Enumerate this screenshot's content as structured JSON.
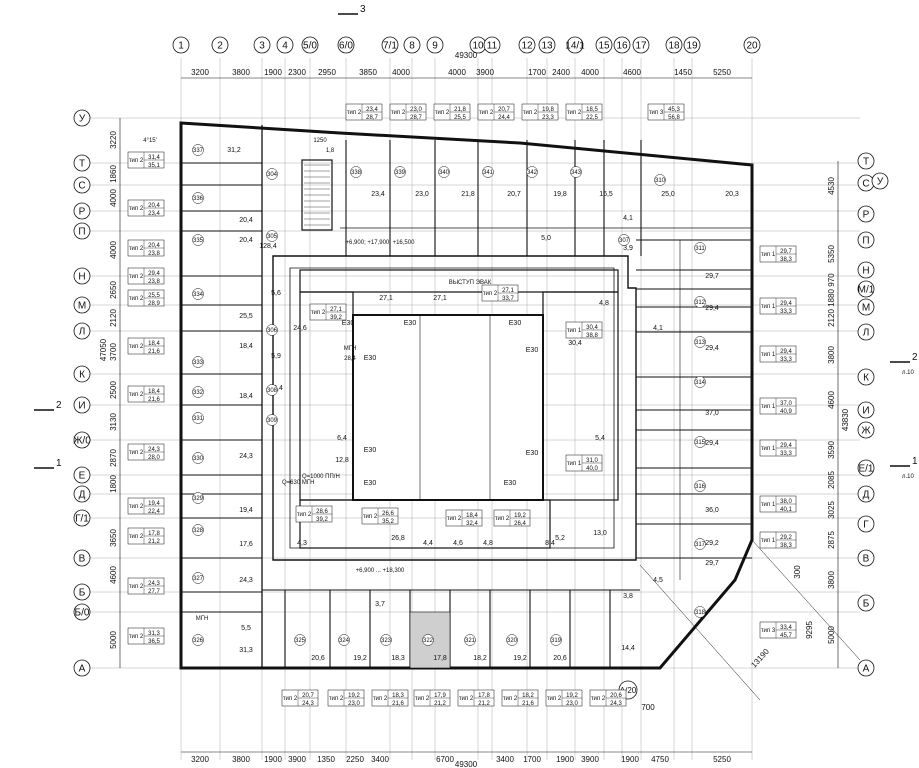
{
  "axes_top": [
    "1",
    "2",
    "3",
    "4",
    "5/0",
    "6/0",
    "7/1",
    "8",
    "9",
    "10",
    "11",
    "12",
    "13",
    "14/1",
    "15",
    "16",
    "17",
    "18",
    "19",
    "20"
  ],
  "axes_left": [
    "У",
    "Т",
    "С",
    "Р",
    "П",
    "Н",
    "М",
    "Л",
    "К",
    "И",
    "Ж/0",
    "Е",
    "Д",
    "Г/1",
    "В",
    "Б",
    "Б/0",
    "А"
  ],
  "axes_right": [
    "Т",
    "С",
    "У",
    "Р",
    "П",
    "Н",
    "М/1",
    "М",
    "Л",
    "К",
    "И",
    "Ж",
    "Е/1",
    "Д",
    "Г",
    "В",
    "Б",
    "А"
  ],
  "axis_bottom_label": "А/20",
  "dims_top": [
    "3200",
    "3800",
    "1900",
    "2300",
    "2950",
    "3850",
    "4000",
    "4000",
    "3900",
    "1700",
    "2400",
    "4000",
    "4600",
    "1450",
    "5250"
  ],
  "dims_bottom": [
    "3200",
    "3800",
    "1900",
    "3900",
    "1350",
    "2250",
    "3400",
    "6700",
    "3400",
    "1700",
    "1900",
    "3900",
    "1900",
    "4750",
    "5250"
  ],
  "total_top": "49300",
  "total_bottom": "49300",
  "dims_left": [
    "3220",
    "1860",
    "4000",
    "4000",
    "2650",
    "2120",
    "47050",
    "3700",
    "2500",
    "3130",
    "2870",
    "1800",
    "3650",
    "4600",
    "5000"
  ],
  "dims_right": [
    "4530",
    "5350",
    "970",
    "1880",
    "2120",
    "3800",
    "4600",
    "43830",
    "3590",
    "2085",
    "3025",
    "2875",
    "3800",
    "5000",
    "9295",
    "300",
    "13190",
    "700"
  ],
  "sections": [
    "3",
    "2",
    "1",
    "2",
    "1"
  ],
  "section_sheets": [
    "л.10",
    "л.10"
  ],
  "angle_label": "4°15'",
  "elevations": "+6,900; +17,900; +16,500",
  "elevations_low": "+6,900 ... +18,300",
  "core": {
    "lift": "Q=630 МГН",
    "lift2": "Q=1000 ПП/Н",
    "stair": "1250",
    "stair_h": "1,8",
    "mgn": "МГН",
    "mgn_area": "28,4",
    "mgn2": "МГН",
    "mgn_left": "МГН"
  },
  "courtyard_marks": [
    "Е30",
    "Е30",
    "Е30",
    "Е30",
    "Е30",
    "Е30",
    "Е30",
    "Е30",
    "Е30"
  ],
  "room_areas": [
    "31,2",
    "23,4",
    "23,0",
    "21,8",
    "20,7",
    "19,8",
    "16,5",
    "25,0",
    "20,3",
    "20,4",
    "20,4",
    "29,7",
    "25,5",
    "18,4",
    "18,4",
    "24,3",
    "19,4",
    "17,6",
    "24,3",
    "31,3",
    "20,6",
    "19,2",
    "18,3",
    "17,8",
    "18,2",
    "19,2",
    "20,6",
    "14,4",
    "29,7",
    "29,4",
    "29,4",
    "37,0",
    "29,4",
    "36,0",
    "29,2",
    "128,4",
    "27,1",
    "24,6",
    "27,1",
    "30,4",
    "28,6",
    "26,8",
    "19,4",
    "4,3",
    "5,6",
    "5,9",
    "12,8",
    "6,4",
    "13,0",
    "8,4",
    "4,4",
    "4,6",
    "4,8",
    "4,1",
    "3,9",
    "3,7",
    "3,4",
    "5,0",
    "3,8",
    "5,5",
    "4,1",
    "4,5",
    "4,8",
    "5,2",
    "5,4"
  ],
  "unit_tags_top": [
    {
      "t": "тип 2",
      "a": "23,4",
      "b": "28,7"
    },
    {
      "t": "тип 2",
      "a": "23,0",
      "b": "28,7"
    },
    {
      "t": "тип 2",
      "a": "21,8",
      "b": "25,5"
    },
    {
      "t": "тип 2",
      "a": "20,7",
      "b": "24,4"
    },
    {
      "t": "тип 2",
      "a": "19,8",
      "b": "23,3"
    },
    {
      "t": "тип 2",
      "a": "18,5",
      "b": "22,5"
    },
    {
      "t": "тип 3",
      "a": "45,3",
      "b": "56,8"
    }
  ],
  "unit_tags_left": [
    {
      "t": "тип 2",
      "a": "31,4",
      "b": "35,1"
    },
    {
      "t": "тип 2",
      "a": "20,4",
      "b": "23,4"
    },
    {
      "t": "тип 2",
      "a": "20,4",
      "b": "23,8"
    },
    {
      "t": "тип 2",
      "a": "29,4",
      "b": "23,8"
    },
    {
      "t": "тип 2",
      "a": "25,5",
      "b": "28,9"
    },
    {
      "t": "тип 2",
      "a": "18,4",
      "b": "21,6"
    },
    {
      "t": "тип 2",
      "a": "18,4",
      "b": "21,6"
    },
    {
      "t": "тип 2",
      "a": "24,3",
      "b": "28,0"
    },
    {
      "t": "тип 2",
      "a": "19,4",
      "b": "22,4"
    },
    {
      "t": "тип 2",
      "a": "17,8",
      "b": "21,2"
    },
    {
      "t": "тип 2",
      "a": "24,3",
      "b": "27,7"
    },
    {
      "t": "тип 2",
      "a": "31,3",
      "b": "36,5"
    }
  ],
  "unit_tags_right": [
    {
      "t": "тип 1",
      "a": "29,7",
      "b": "38,3"
    },
    {
      "t": "тип 1",
      "a": "29,4",
      "b": "33,3"
    },
    {
      "t": "тип 1",
      "a": "29,4",
      "b": "33,3"
    },
    {
      "t": "тип 1",
      "a": "37,0",
      "b": "40,9"
    },
    {
      "t": "тип 1",
      "a": "29,4",
      "b": "33,3"
    },
    {
      "t": "тип 1",
      "a": "38,0",
      "b": "40,1"
    },
    {
      "t": "тип 1",
      "a": "29,2",
      "b": "38,3"
    },
    {
      "t": "тип 3",
      "a": "33,4",
      "b": "45,7"
    }
  ],
  "unit_tags_bottom": [
    {
      "t": "тип 2",
      "a": "20,7",
      "b": "24,3"
    },
    {
      "t": "тип 2",
      "a": "19,2",
      "b": "23,0"
    },
    {
      "t": "тип 2",
      "a": "18,3",
      "b": "21,6"
    },
    {
      "t": "тип 2",
      "a": "17,9",
      "b": "21,2"
    },
    {
      "t": "тип 2",
      "a": "17,8",
      "b": "21,2"
    },
    {
      "t": "тип 2",
      "a": "18,2",
      "b": "21,6"
    },
    {
      "t": "тип 2",
      "a": "19,2",
      "b": "23,0"
    },
    {
      "t": "тип 2",
      "a": "20,6",
      "b": "24,3"
    }
  ],
  "unit_tags_inner": [
    {
      "t": "тип 2",
      "a": "27,1",
      "b": "39,2"
    },
    {
      "t": "тип 2",
      "a": "27,1",
      "b": "33,7"
    },
    {
      "t": "тип 1",
      "a": "30,4",
      "b": "38,8"
    },
    {
      "t": "тип 1",
      "a": "31,0",
      "b": "40,0"
    },
    {
      "t": "тип 2",
      "a": "26,6",
      "b": "35,2"
    },
    {
      "t": "тип 2",
      "a": "18,4",
      "b": "32,4"
    },
    {
      "t": "тип 2",
      "a": "19,2",
      "b": "26,4"
    },
    {
      "t": "тип 2",
      "a": "28,6",
      "b": "39,2"
    }
  ],
  "apt_numbers_top": [
    "338",
    "339",
    "340",
    "341",
    "342",
    "343",
    "310"
  ],
  "apt_numbers_left": [
    "337",
    "336",
    "335",
    "334",
    "333",
    "332",
    "331",
    "330",
    "329",
    "328",
    "327",
    "326"
  ],
  "apt_numbers_right": [
    "311",
    "312",
    "313",
    "314",
    "315",
    "316",
    "317",
    "318"
  ],
  "apt_numbers_bottom": [
    "325",
    "324",
    "323",
    "322",
    "321",
    "320",
    "319"
  ],
  "stair_tags": [
    "304",
    "305",
    "306",
    "307",
    "308",
    "309"
  ],
  "corridor_note": "ВЫСТУП ЭВАК"
}
